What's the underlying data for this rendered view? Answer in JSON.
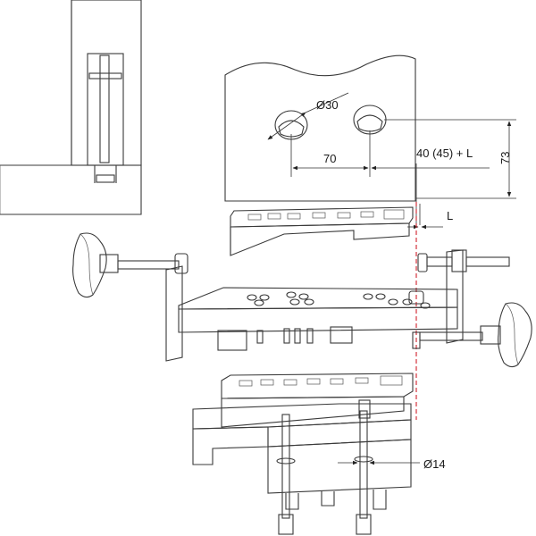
{
  "dimensions": {
    "diameter_hole": "Ø30",
    "spacing": "70",
    "offset": "40 (45) + L",
    "height": "73",
    "lip": "L",
    "diameter_bolt": "Ø14"
  },
  "colors": {
    "line": "#3a3a3a",
    "fill_light": "#f2f2f2",
    "fill_mid": "#dcdcdc",
    "fill_dark": "#bdbdbd",
    "guide_red": "#d0202a"
  }
}
